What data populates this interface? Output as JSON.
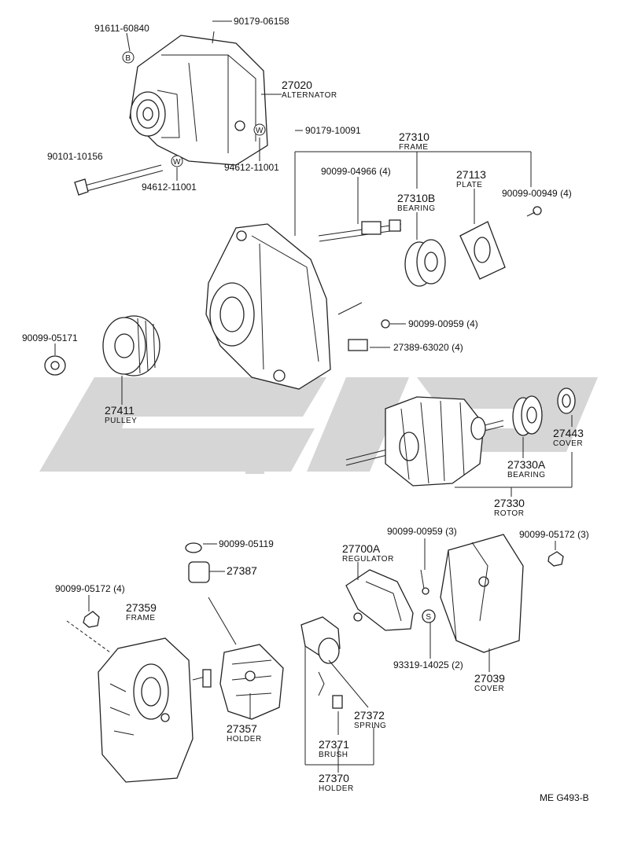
{
  "parts": {
    "p91611": {
      "number": "91611-60840",
      "badge": "B"
    },
    "p90179a": {
      "number": "90179-06158"
    },
    "p27020": {
      "number": "27020",
      "name": "ALTERNATOR"
    },
    "p90179b": {
      "number": "90179-10091"
    },
    "p90101": {
      "number": "90101-10156"
    },
    "p94612a": {
      "number": "94612-11001",
      "badge": "W"
    },
    "p94612b": {
      "number": "94612-11001",
      "badge": "W"
    },
    "p27310": {
      "number": "27310",
      "name": "FRAME"
    },
    "p90099_04966": {
      "number": "90099-04966 (4)"
    },
    "p27310B": {
      "number": "27310B",
      "name": "BEARING"
    },
    "p27113": {
      "number": "27113",
      "name": "PLATE"
    },
    "p90099_00949": {
      "number": "90099-00949 (4)"
    },
    "p90099_05171": {
      "number": "90099-05171"
    },
    "p90099_00959a": {
      "number": "90099-00959 (4)"
    },
    "p27389": {
      "number": "27389-63020 (4)"
    },
    "p27411": {
      "number": "27411",
      "name": "PULLEY"
    },
    "p27443": {
      "number": "27443",
      "name": "COVER"
    },
    "p27330A": {
      "number": "27330A",
      "name": "BEARING"
    },
    "p27330": {
      "number": "27330",
      "name": "ROTOR"
    },
    "p90099_00959b": {
      "number": "90099-00959 (3)"
    },
    "p90099_05172a": {
      "number": "90099-05172 (3)"
    },
    "p90099_05119": {
      "number": "90099-05119"
    },
    "p27387": {
      "number": "27387"
    },
    "p27700A": {
      "number": "27700A",
      "name": "REGULATOR"
    },
    "p90099_05172b": {
      "number": "90099-05172 (4)"
    },
    "p27359": {
      "number": "27359",
      "name": "FRAME"
    },
    "p93319": {
      "number": "93319-14025 (2)",
      "badge": "S"
    },
    "p27039": {
      "number": "27039",
      "name": "COVER"
    },
    "p27357": {
      "number": "27357",
      "name": "HOLDER"
    },
    "p27372": {
      "number": "27372",
      "name": "SPRING"
    },
    "p27371": {
      "number": "27371",
      "name": "BRUSH"
    },
    "p27370": {
      "number": "27370",
      "name": "HOLDER"
    }
  },
  "footer": {
    "code": "ME  G493-B"
  }
}
